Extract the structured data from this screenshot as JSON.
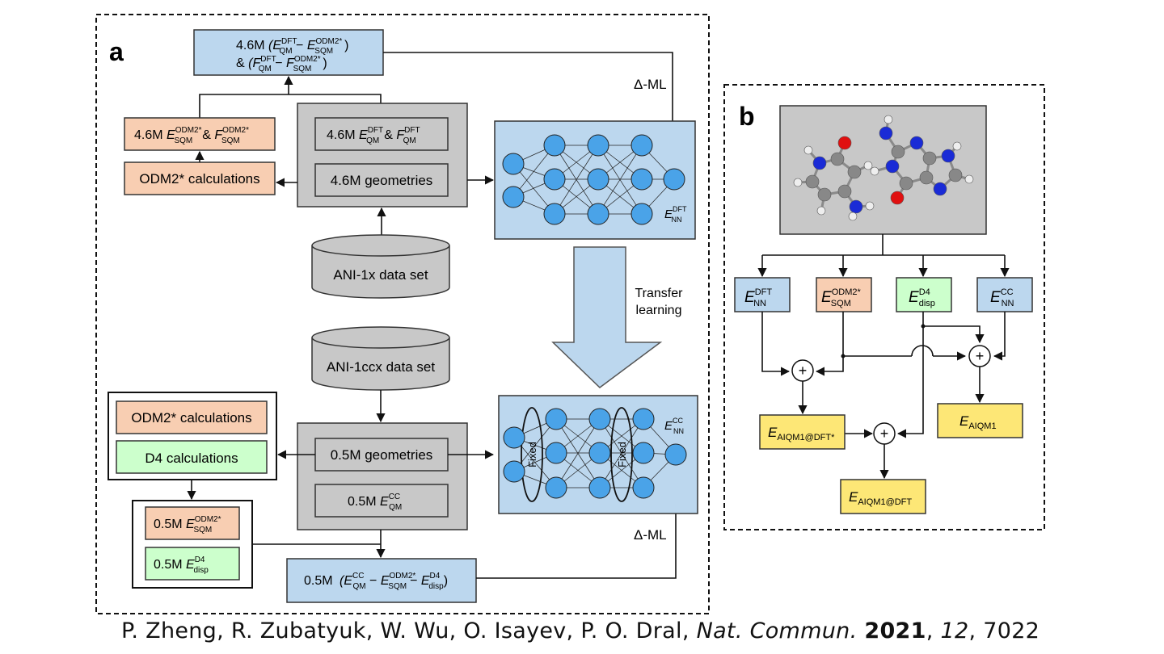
{
  "colors": {
    "blue_fill": "#bcd7ee",
    "gray_fill": "#c8c8c8",
    "orange_fill": "#f8ceb2",
    "green_fill": "#ccffcc",
    "yellow_fill": "#fde776",
    "node_fill": "#4aa3e8",
    "arrow_fill": "#bcd7ee"
  },
  "panel_a": {
    "label": "a",
    "top_target": {
      "line1": "4.6M (E^DFT_QM − E^ODM2*_SQM)",
      "line2": "& (F^DFT_QM − F^ODM2*_SQM)"
    },
    "sqm_result": "4.6M E^ODM2*_SQM & F^ODM2*_SQM",
    "odm2_calc": "ODM2* calculations",
    "dft_data": "4.6M E^DFT_QM & F^DFT_QM",
    "geometries_4_6": "4.6M geometries",
    "ani1x": "ANI-1x data set",
    "delta_ml_top": "Δ-ML",
    "nn_top_output": "E^DFT_NN",
    "transfer_line1": "Transfer",
    "transfer_line2": "learning",
    "ani1ccx": "ANI-1ccx data set",
    "odm2_calc_2": "ODM2* calculations",
    "d4_calc": "D4 calculations",
    "geometries_0_5": "0.5M geometries",
    "cc_data": "0.5M E^CC_QM",
    "sqm_0_5": "0.5M E^ODM2*_SQM",
    "disp_0_5": "0.5M E^D4_disp",
    "bottom_target": "0.5M (E^CC_QM − E^ODM2*_SQM − E^D4_disp)",
    "delta_ml_bottom": "Δ-ML",
    "nn_bottom_output": "E^CC_NN",
    "fixed_1": "Fixed",
    "fixed_2": "Fixed"
  },
  "panel_b": {
    "label": "b",
    "e_nn_dft": "E^DFT_NN",
    "e_sqm": "E^ODM2*_SQM",
    "e_disp": "E^D4_disp",
    "e_nn_cc": "E^CC_NN",
    "plus_symbol": "+",
    "aiqm1_dft_star": "E_AIQM1@DFT*",
    "aiqm1": "E_AIQM1",
    "aiqm1_dft": "E_AIQM1@DFT"
  },
  "citation": {
    "authors": "P. Zheng, R. Zubatyuk, W. Wu, O. Isayev, P. O. Dral, ",
    "journal": "Nat. Commun.",
    "year": "2021",
    "volume": "12",
    "page": "7022"
  }
}
